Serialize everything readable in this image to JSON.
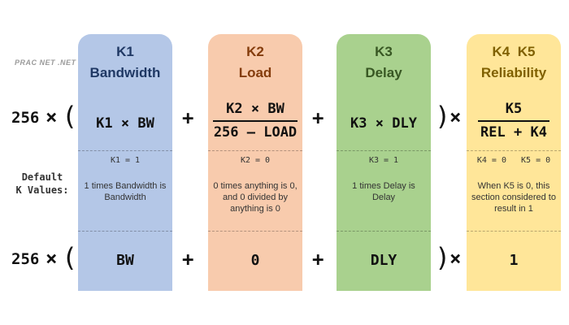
{
  "logo": "PRAC NET .NET",
  "multiplier": "256",
  "times": "×",
  "open_paren": "(",
  "close_paren": ")",
  "plus": "+",
  "default_label_line1": "Default",
  "default_label_line2": "K Values:",
  "colors": {
    "bandwidth": "#b4c7e7",
    "load": "#f8cbad",
    "delay": "#a9d18e",
    "reliability": "#ffe699",
    "bandwidth_title": "#1f3864",
    "load_title": "#843c0c",
    "delay_title": "#385723",
    "reliability_title": "#7f6000"
  },
  "columns": [
    {
      "key": "K1",
      "name": "Bandwidth",
      "formula": "K1 × BW",
      "kval": "K1 = 1",
      "desc": "1 times Bandwidth is Bandwidth",
      "result": "BW"
    },
    {
      "key": "K2",
      "name": "Load",
      "formula_num": "K2 × BW",
      "formula_den": "256 – LOAD",
      "kval": "K2 = 0",
      "desc": "0 times anything is 0, and 0 divided by anything is 0",
      "result": "0"
    },
    {
      "key": "K3",
      "name": "Delay",
      "formula": "K3 × DLY",
      "kval": "K3 = 1",
      "desc": "1 times Delay is Delay",
      "result": "DLY"
    },
    {
      "key": "K4  K5",
      "name": "Reliability",
      "formula_num": "K5",
      "formula_den": "REL + K4",
      "kval": "K4 = 0   K5 = 0",
      "desc": "When K5 is 0, this section considered to result in 1",
      "result": "1"
    }
  ]
}
